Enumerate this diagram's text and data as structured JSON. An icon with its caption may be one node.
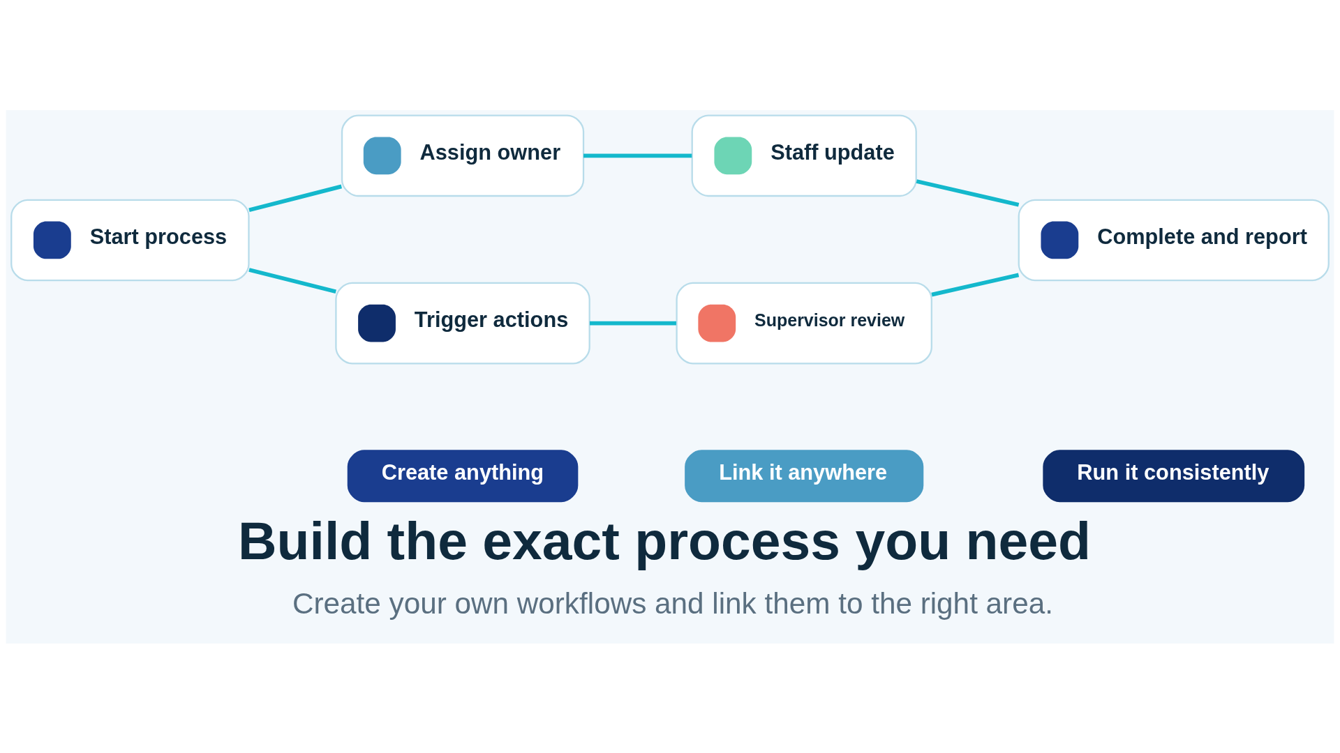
{
  "diagram": {
    "title": "Build the exact process you need",
    "caption": "Create your own workflows and link them to the right area.",
    "nodes": [
      {
        "text": [
          "Start process"
        ]
      },
      {
        "text": [
          "Assign owner"
        ]
      },
      {
        "text": [
          "Trigger actions"
        ]
      },
      {
        "text": [
          "Staff update"
        ]
      },
      {
        "text": [
          "Supervisor review"
        ]
      },
      {
        "text": [
          "Complete and report"
        ]
      },
      {
        "text": [
          "Create anything"
        ]
      },
      {
        "text": [
          "Link it anywhere"
        ]
      },
      {
        "text": [
          "Run it consistently"
        ]
      }
    ],
    "edges": [
      {
        "from": 0,
        "to": 1,
        "arrow": "none"
      },
      {
        "from": 0,
        "to": 2,
        "arrow": "none"
      },
      {
        "from": 1,
        "to": 3,
        "arrow": "none"
      },
      {
        "from": 2,
        "to": 4,
        "arrow": "none"
      },
      {
        "from": 3,
        "to": 5,
        "arrow": "none"
      },
      {
        "from": 4,
        "to": 5,
        "arrow": "none"
      }
    ]
  }
}
